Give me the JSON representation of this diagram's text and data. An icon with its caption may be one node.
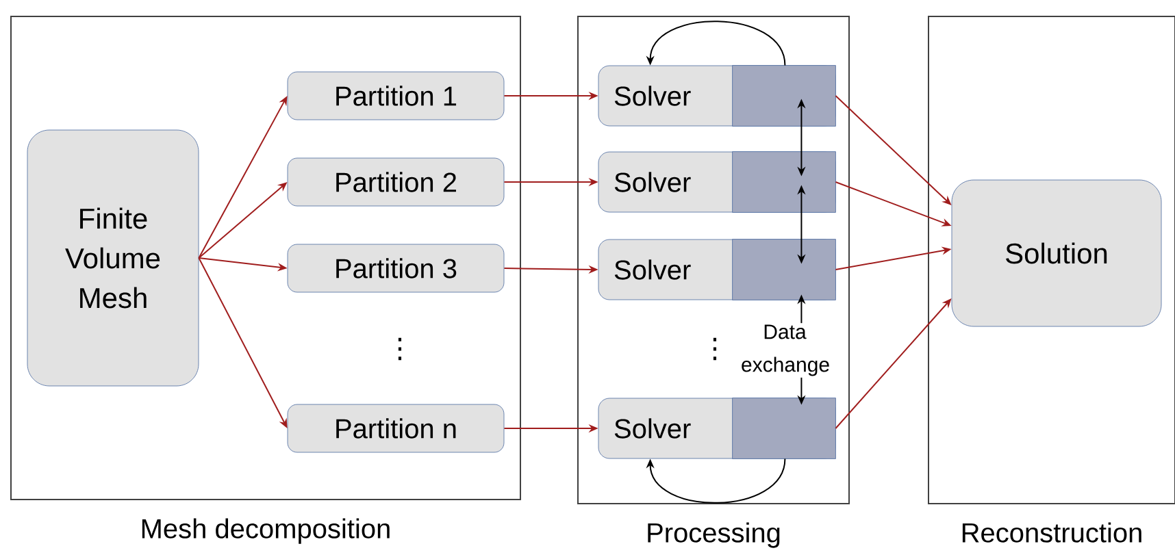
{
  "diagram": {
    "nodes": [
      {
        "text": [
          "Mesh decomposition"
        ]
      },
      {
        "text": [
          "Finite Volume Mesh"
        ],
        "in": 0
      },
      {
        "text": [
          "Partition 1"
        ],
        "in": 0
      },
      {
        "text": [
          "Partition 2"
        ],
        "in": 0
      },
      {
        "text": [
          "Partition 3"
        ],
        "in": 0
      },
      {
        "text": [
          "Partition n"
        ],
        "in": 0
      },
      {
        "text": [
          "Processing"
        ]
      },
      {
        "text": [
          "Solver"
        ],
        "in": 6
      },
      {
        "text": [
          "Solver"
        ],
        "in": 6
      },
      {
        "text": [
          "Solver"
        ],
        "in": 6
      },
      {
        "text": [
          "Solver"
        ],
        "in": 6
      },
      {
        "text": [
          "Data exchange"
        ],
        "in": 6
      },
      {
        "text": [
          "Reconstruction"
        ]
      },
      {
        "text": [
          "Solution"
        ],
        "in": 12
      }
    ],
    "edges": [
      {
        "from": 1,
        "to": 2,
        "arrow": "to"
      },
      {
        "from": 1,
        "to": 3,
        "arrow": "to"
      },
      {
        "from": 1,
        "to": 4,
        "arrow": "to"
      },
      {
        "from": 1,
        "to": 5,
        "arrow": "to"
      },
      {
        "from": 2,
        "to": 7,
        "arrow": "to"
      },
      {
        "from": 3,
        "to": 8,
        "arrow": "to"
      },
      {
        "from": 4,
        "to": 9,
        "arrow": "to"
      },
      {
        "from": 5,
        "to": 10,
        "arrow": "to"
      },
      {
        "from": 7,
        "to": 13,
        "arrow": "to"
      },
      {
        "from": 8,
        "to": 13,
        "arrow": "to"
      },
      {
        "from": 9,
        "to": 13,
        "arrow": "to"
      },
      {
        "from": 10,
        "to": 13,
        "arrow": "to"
      },
      {
        "from": 7,
        "to": 8,
        "arrow": "both",
        "color": "#000000"
      },
      {
        "from": 8,
        "to": 9,
        "arrow": "both",
        "color": "#000000"
      },
      {
        "from": 11,
        "to": 9,
        "arrow": "to",
        "color": "#000000"
      },
      {
        "from": 11,
        "to": 10,
        "arrow": "to",
        "color": "#000000"
      },
      {
        "from": 7,
        "to": 7,
        "arrow": "to",
        "color": "#000000"
      },
      {
        "from": 10,
        "to": 10,
        "arrow": "to",
        "color": "#000000"
      }
    ],
    "labels": [
      "⋮",
      "⋮"
    ]
  }
}
